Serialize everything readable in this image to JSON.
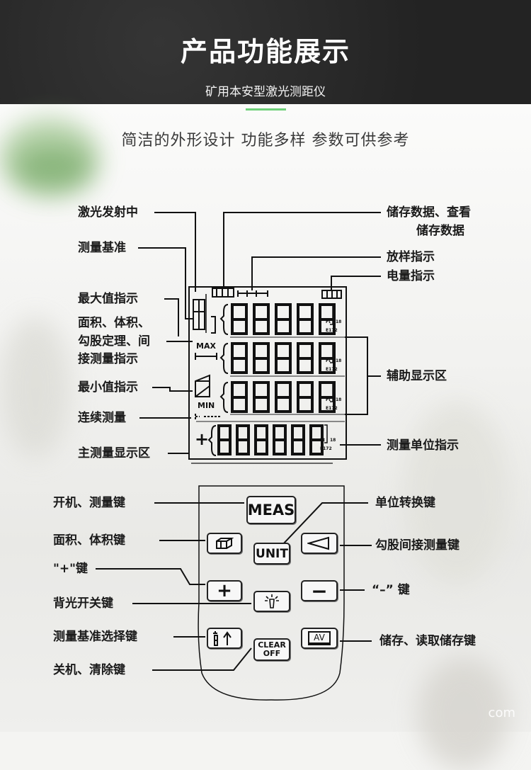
{
  "header": {
    "title": "产品功能展示",
    "subtitle": "矿用本安型激光测距仪"
  },
  "tagline": "简洁的外形设计  功能多样  参数可供参考",
  "display_labels": {
    "left": [
      "激光发射中",
      "测量基准",
      "最大值指示",
      "面积、体积、",
      "勾股定理、间",
      "接测量指示",
      "最小值指示",
      "连续测量",
      "主测量显示区"
    ],
    "right": [
      "储存数据、查看",
      "储存数据",
      "放样指示",
      "电量指示",
      "辅助显示区",
      "测量单位指示"
    ]
  },
  "lcd": {
    "max": "MAX",
    "min": "MIN",
    "plus": "+",
    "unit_ft": "Ft",
    "unit_18": "18",
    "unit_e172": "E172"
  },
  "key_labels": {
    "left": [
      "开机、测量键",
      "面积、体积键",
      "\"+\"键",
      "背光开关键",
      "测量基准选择键",
      "关机、清除键"
    ],
    "right": [
      "单位转换键",
      "勾股间接测量键",
      "“–” 键",
      "储存、读取储存键"
    ]
  },
  "buttons": {
    "meas": "MEAS",
    "unit": "UNIT",
    "clear": "CLEAR",
    "off": "OFF",
    "av": "AV",
    "plus": "+",
    "minus": "−"
  },
  "watermark": "com"
}
